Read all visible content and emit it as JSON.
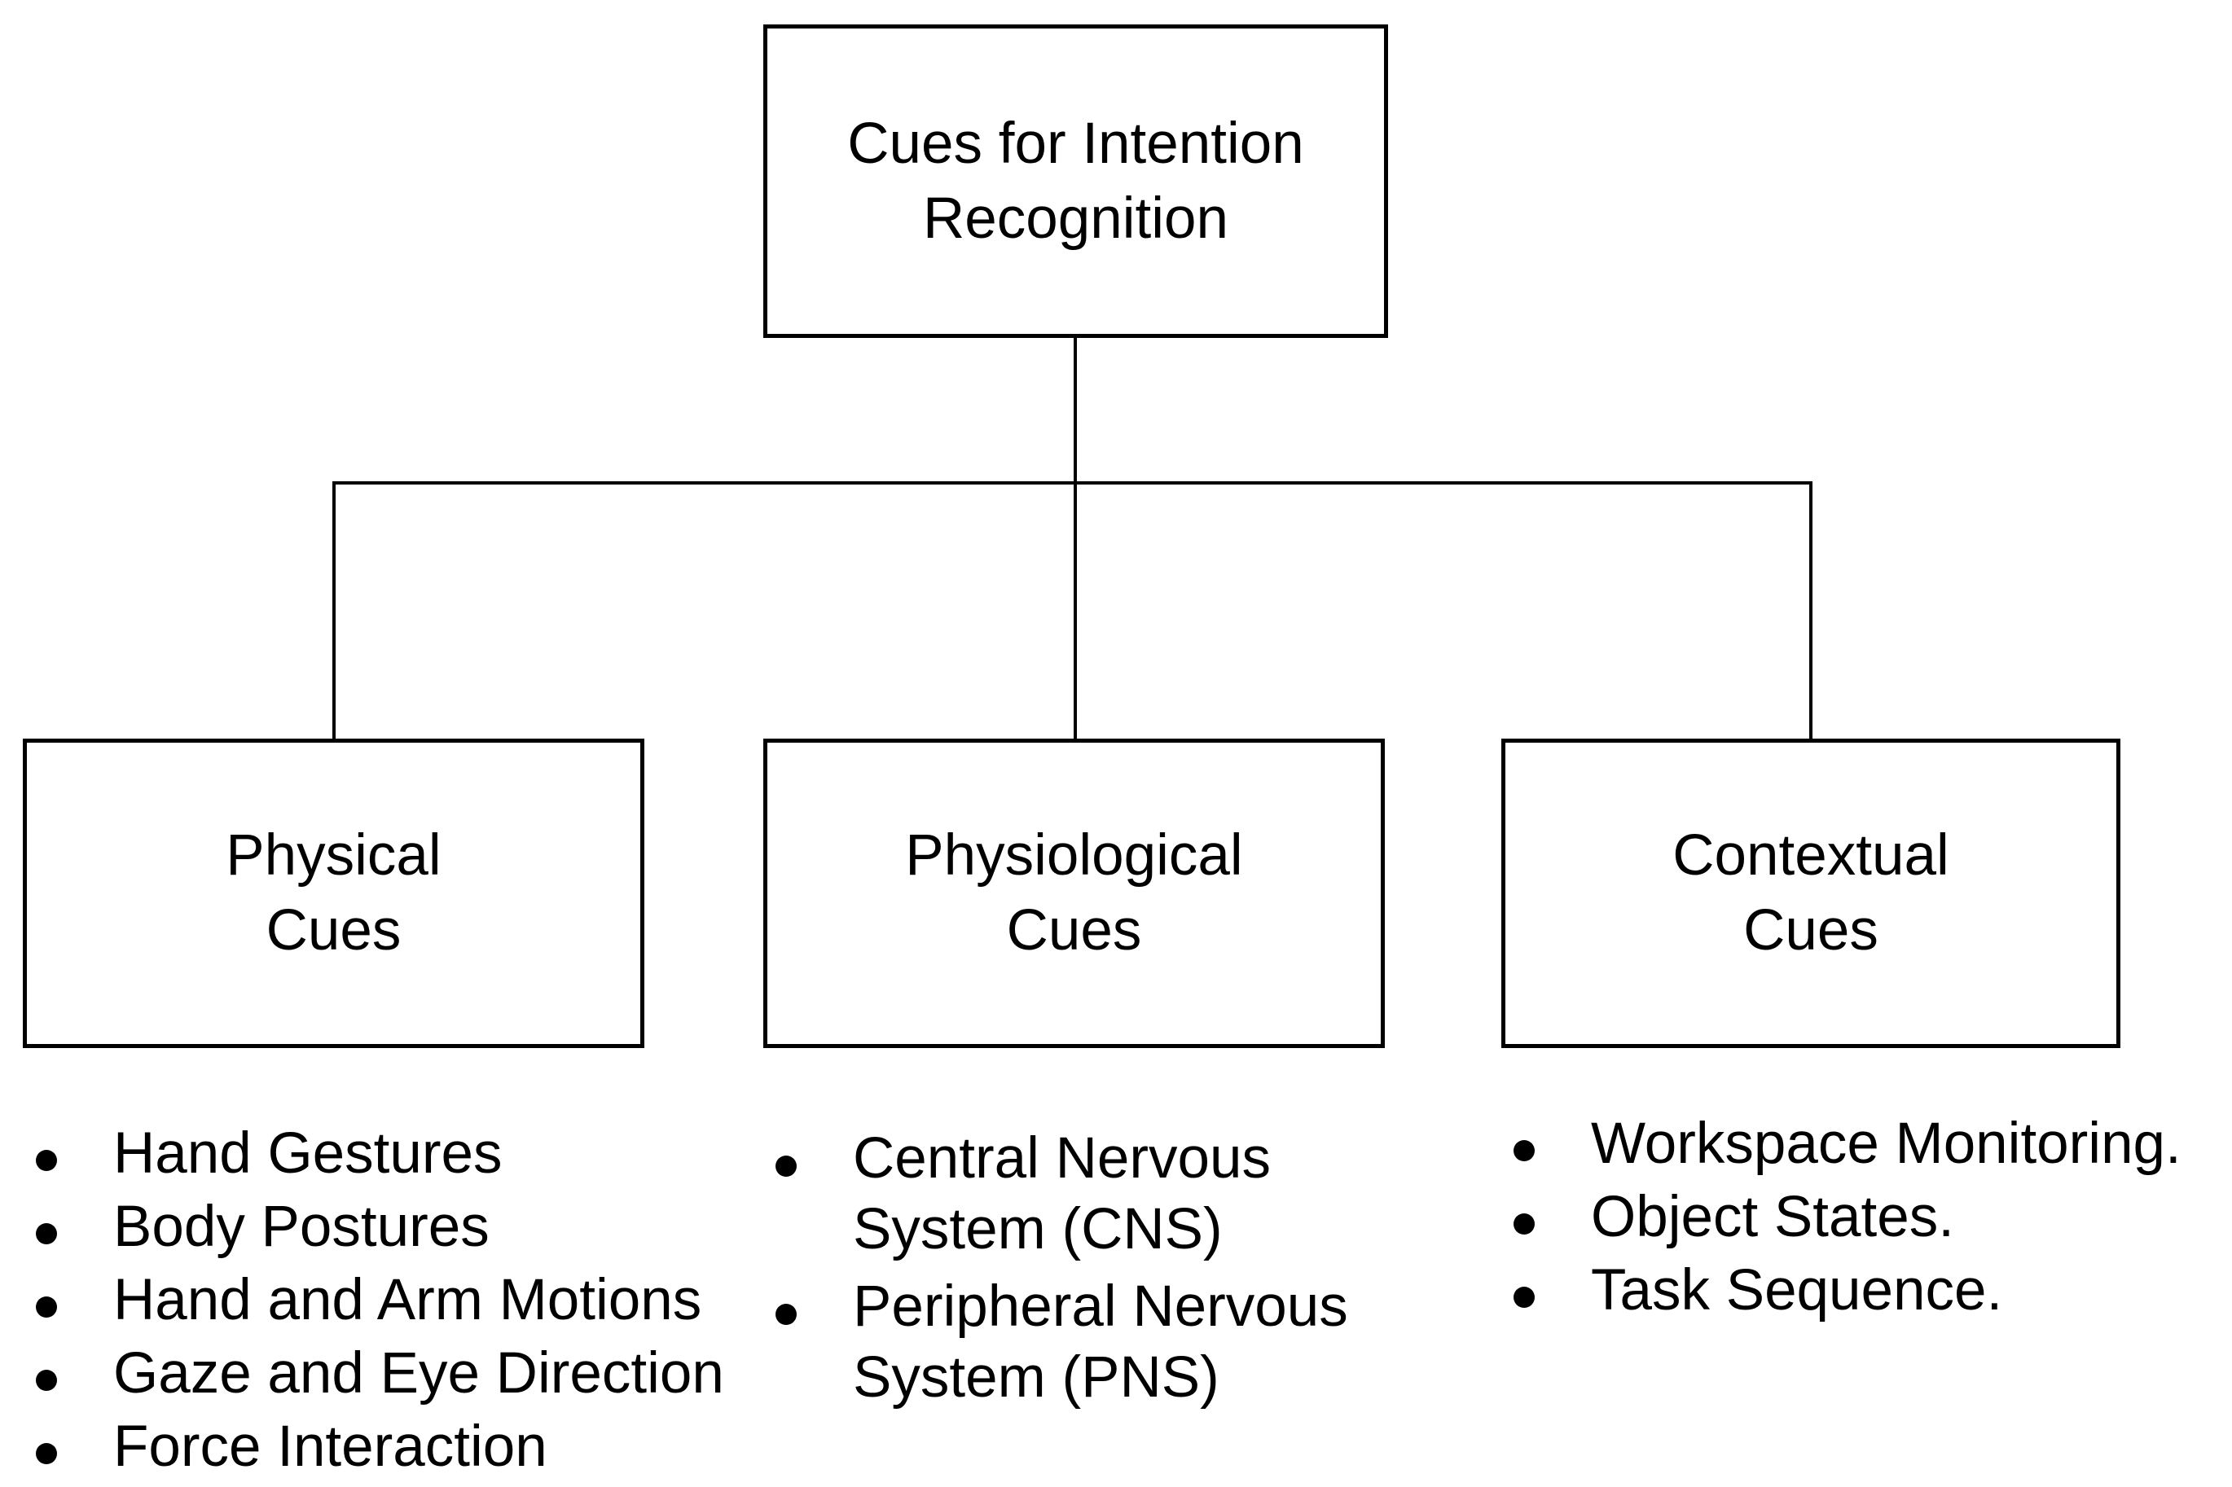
{
  "diagram": {
    "root": {
      "label_lines": [
        "Cues for Intention",
        "Recognition"
      ]
    },
    "branches": [
      {
        "id": "physical",
        "label_lines": [
          "Physical",
          "Cues"
        ],
        "items": [
          "Hand Gestures",
          "Body Postures",
          "Hand and Arm Motions",
          "Gaze and Eye Direction",
          "Force Interaction"
        ]
      },
      {
        "id": "physiological",
        "label_lines": [
          "Physiological",
          "Cues"
        ],
        "items": [
          "Central Nervous System (CNS)",
          "Peripheral Nervous System (PNS)"
        ]
      },
      {
        "id": "contextual",
        "label_lines": [
          "Contextual",
          "Cues"
        ],
        "items": [
          "Workspace Monitoring.",
          "Object States.",
          "Task Sequence."
        ]
      }
    ],
    "colors": {
      "background": "#ffffff",
      "box_border": "#000000",
      "line": "#000000",
      "text": "#000000"
    }
  }
}
